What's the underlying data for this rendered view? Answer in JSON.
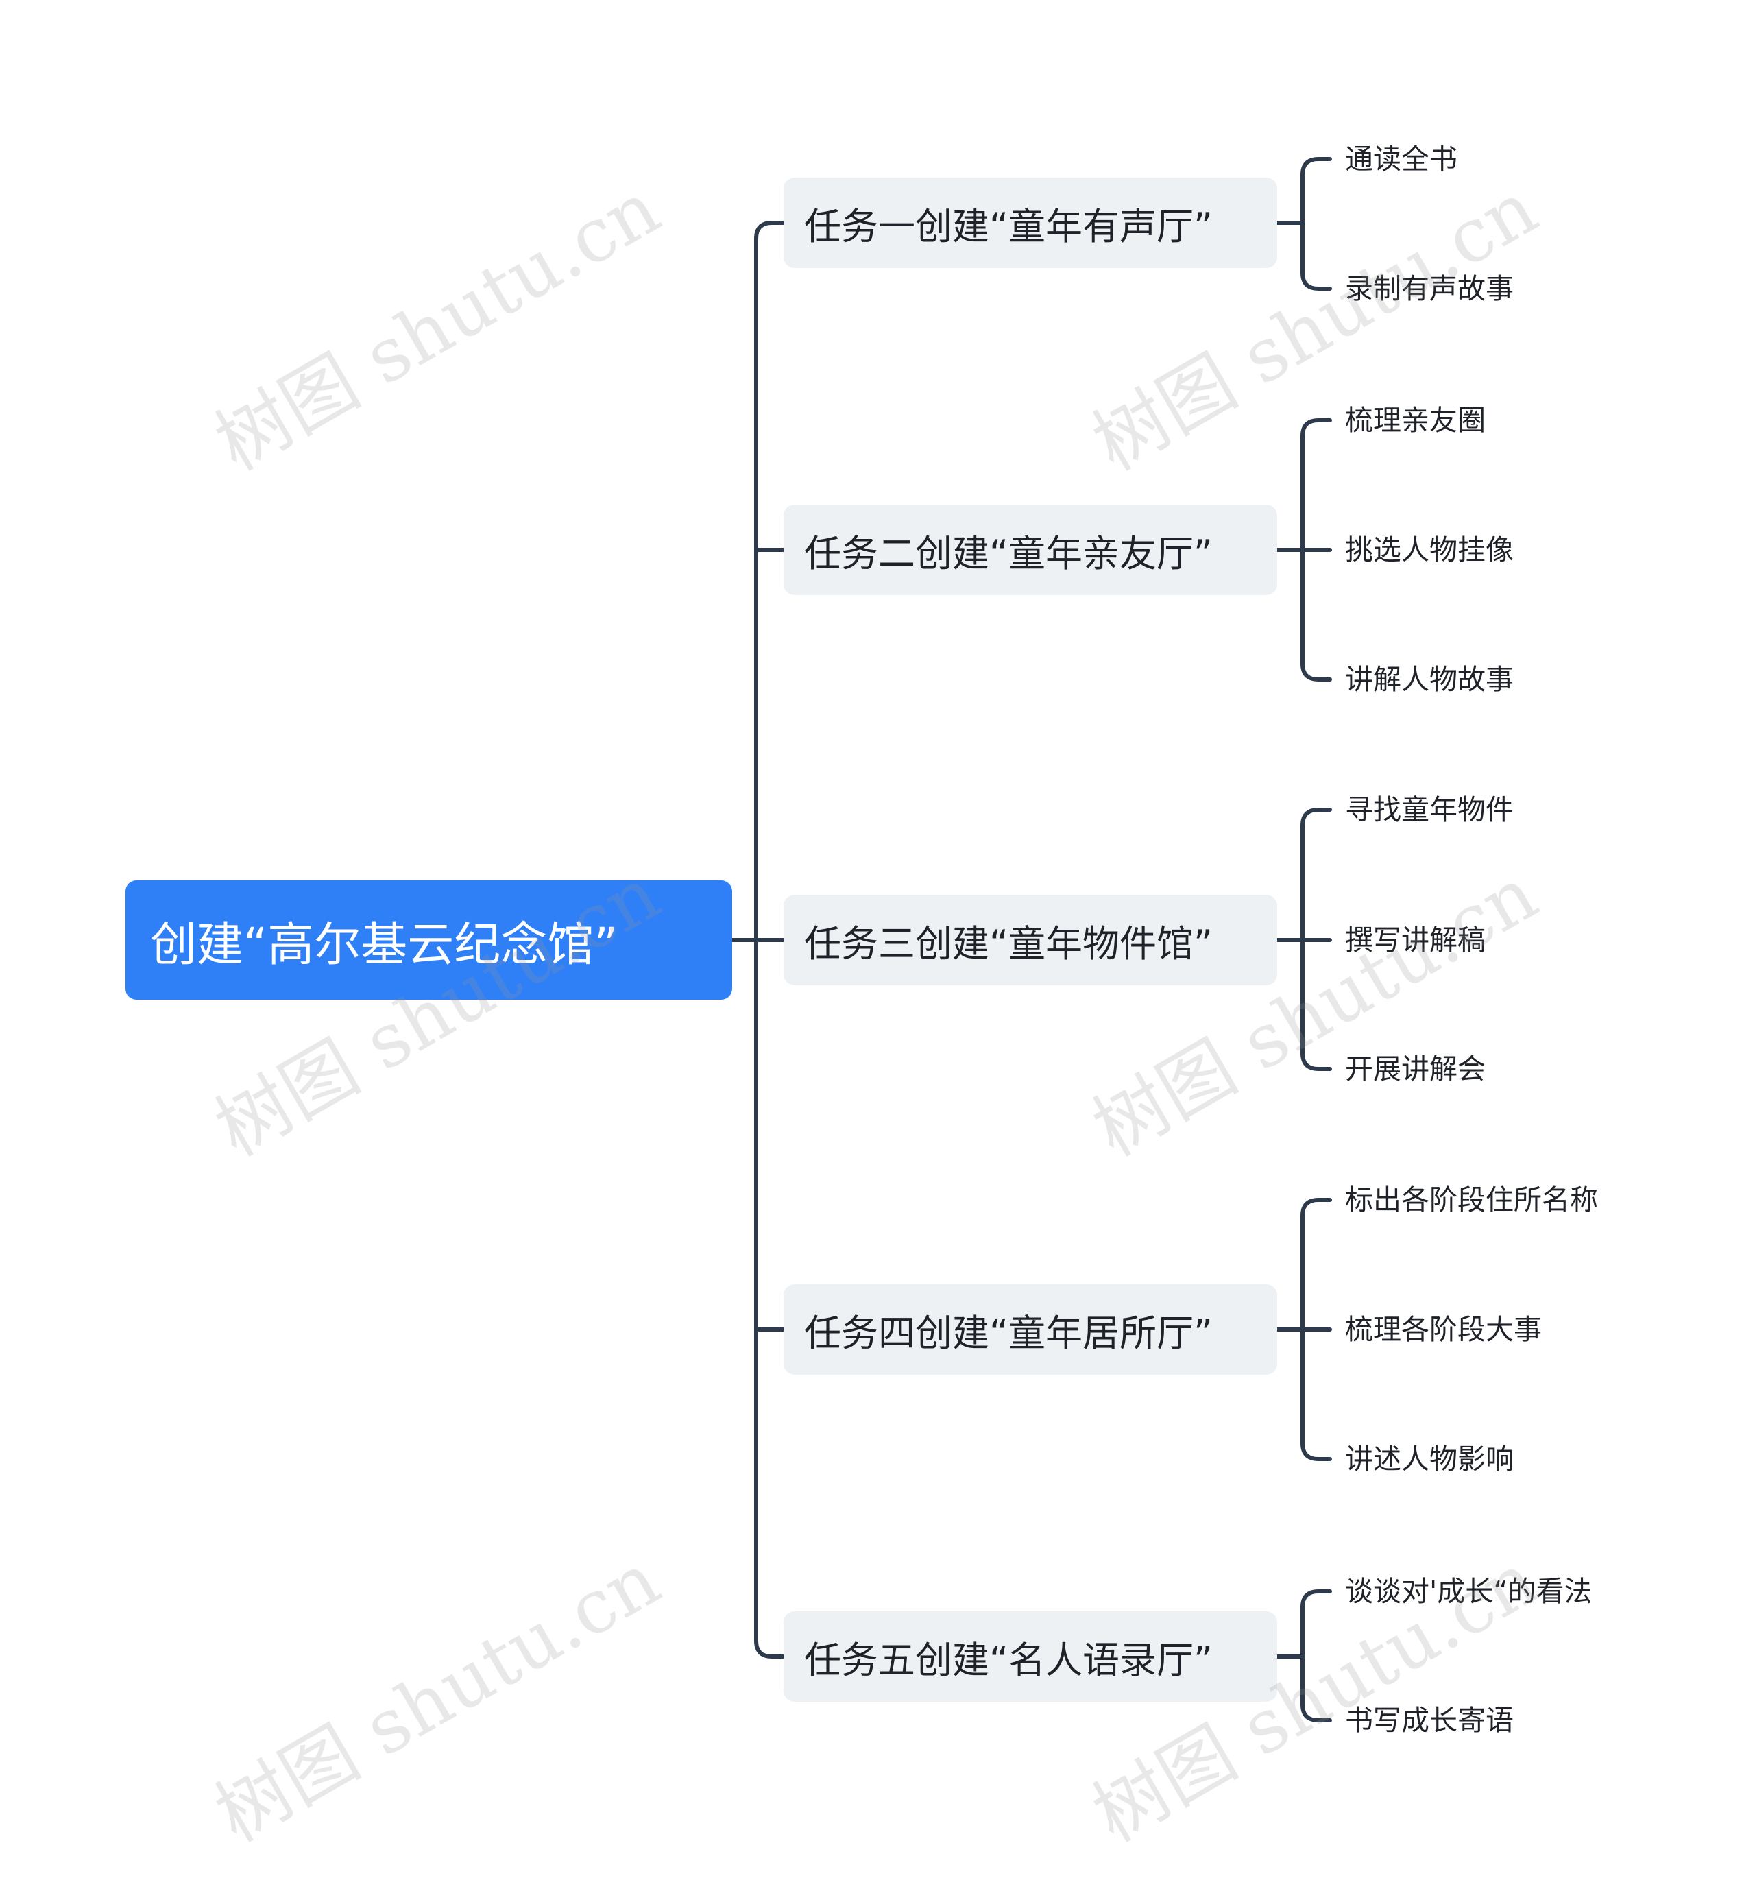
{
  "root": {
    "label": "创建“高尔基云纪念馆”"
  },
  "branches": [
    {
      "label": "任务一创建“童年有声厅”",
      "children": [
        "通读全书",
        "录制有声故事"
      ]
    },
    {
      "label": "任务二创建“童年亲友厅”",
      "children": [
        "梳理亲友圈",
        "挑选人物挂像",
        "讲解人物故事"
      ]
    },
    {
      "label": "任务三创建“童年物件馆”",
      "children": [
        "寻找童年物件",
        "撰写讲解稿",
        "开展讲解会"
      ]
    },
    {
      "label": "任务四创建“童年居所厅”",
      "children": [
        "标出各阶段住所名称",
        "梳理各阶段大事",
        "讲述人物影响"
      ]
    },
    {
      "label": "任务五创建“名人语录厅”",
      "children": [
        "谈谈对'成长“的看法",
        "书写成长寄语"
      ]
    }
  ],
  "watermark": {
    "text": "树图 shutu.cn"
  },
  "colors": {
    "root_fill": "#2f80f7",
    "branch_fill": "#eef1f4",
    "connector": "#2c3a4b",
    "text": "#1f2329"
  }
}
